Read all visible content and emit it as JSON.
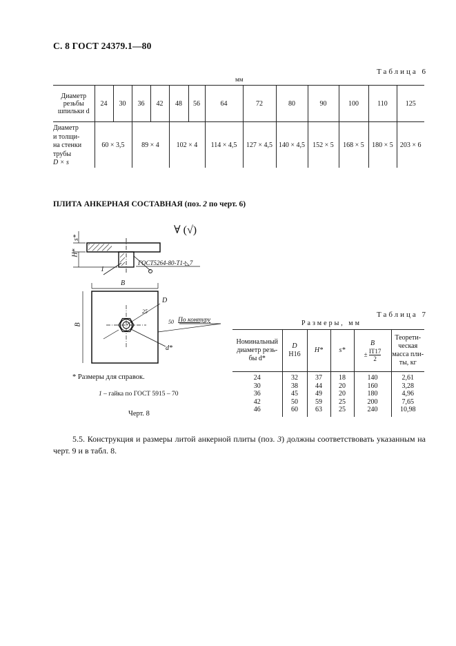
{
  "header": "С. 8 ГОСТ 24379.1—80",
  "table6": {
    "caption": "Таблица 6",
    "unit": "мм",
    "row1_label": [
      "Диаметр",
      "резьбы",
      "шпильки d"
    ],
    "d_values": [
      "24",
      "30",
      "36",
      "42",
      "48",
      "56",
      "64",
      "72",
      "80",
      "90",
      "100",
      "110",
      "125"
    ],
    "row2_label": [
      "Диаметр",
      "и толщи-",
      "на стенки",
      "трубы",
      "D × s"
    ],
    "pipe_values": [
      "60 × 3,5",
      "89 × 4",
      "102 × 4",
      "114 × 4,5",
      "127 × 4,5",
      "140 × 4,5",
      "152 × 5",
      "168 × 5",
      "180 × 5",
      "203 × 6"
    ]
  },
  "section_title": {
    "text": "ПЛИТА АНКЕРНАЯ СОСТАВНАЯ (поз.",
    "pos": "2",
    "tail": "по черт. 6)"
  },
  "drawing": {
    "roughness": "∀ (√)",
    "dim_s": "s*",
    "dim_h": "H*",
    "leader_1": "1",
    "weld_note": "ГОСТ5264-80-Т1-◺7",
    "dim_b_top": "B",
    "dim_b_left": "B",
    "label_d": "D",
    "weld_size": "25",
    "contour_size": "50",
    "contour_note": "По контуру",
    "label_dstar": "d*"
  },
  "notes": {
    "ref": "* Размеры для справок.",
    "part_num": "1",
    "part": " – гайка по ГОСТ 5915 – 70",
    "figure": "Черт. 8"
  },
  "table7": {
    "caption": "Таблица 7",
    "unit": "Размеры, мм",
    "headers": {
      "col1": [
        "Номинальный",
        "диаметр резь-",
        "бы d*"
      ],
      "col2": [
        "D",
        "H16"
      ],
      "col3": "H*",
      "col4": "s*",
      "col5": [
        "B",
        "IT17",
        "2"
      ],
      "col6": [
        "Теорети-",
        "ческая",
        "масса пли-",
        "ты, кг"
      ]
    },
    "rows": [
      [
        "24",
        "32",
        "37",
        "18",
        "140",
        "2,61"
      ],
      [
        "30",
        "38",
        "44",
        "20",
        "160",
        "3,28"
      ],
      [
        "36",
        "45",
        "49",
        "20",
        "180",
        "4,96"
      ],
      [
        "42",
        "50",
        "59",
        "25",
        "200",
        "7,65"
      ],
      [
        "46",
        "60",
        "63",
        "25",
        "240",
        "10,98"
      ]
    ]
  },
  "paragraph": {
    "pre": "5.5. Конструкция и размеры литой анкерной плиты (поз.",
    "pos": "3",
    "post": ") должны соответствовать указанным на черт. 9 и в табл. 8."
  }
}
